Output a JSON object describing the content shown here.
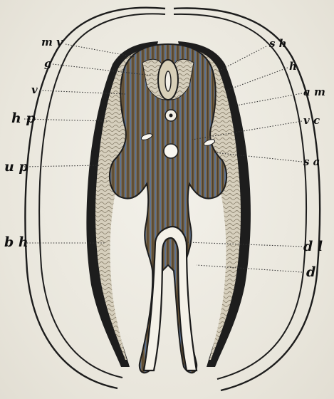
{
  "labels": {
    "mv": "m v",
    "g": "g",
    "v": "v",
    "hp": "h p",
    "up": "u p",
    "bh": "b h",
    "sh": "s h",
    "h": "h",
    "am": "a m",
    "vc": "v c",
    "sa": "s a",
    "dl": "d l",
    "d": "d"
  },
  "colors": {
    "tissue_dark": "#4a4032",
    "tissue_brown": "#8a6a3a",
    "tissue_blue": "#6f86a6",
    "mesoderm_light": "#d9d2c0",
    "outline": "#1f1f1f",
    "paper": "#ece9e1"
  }
}
